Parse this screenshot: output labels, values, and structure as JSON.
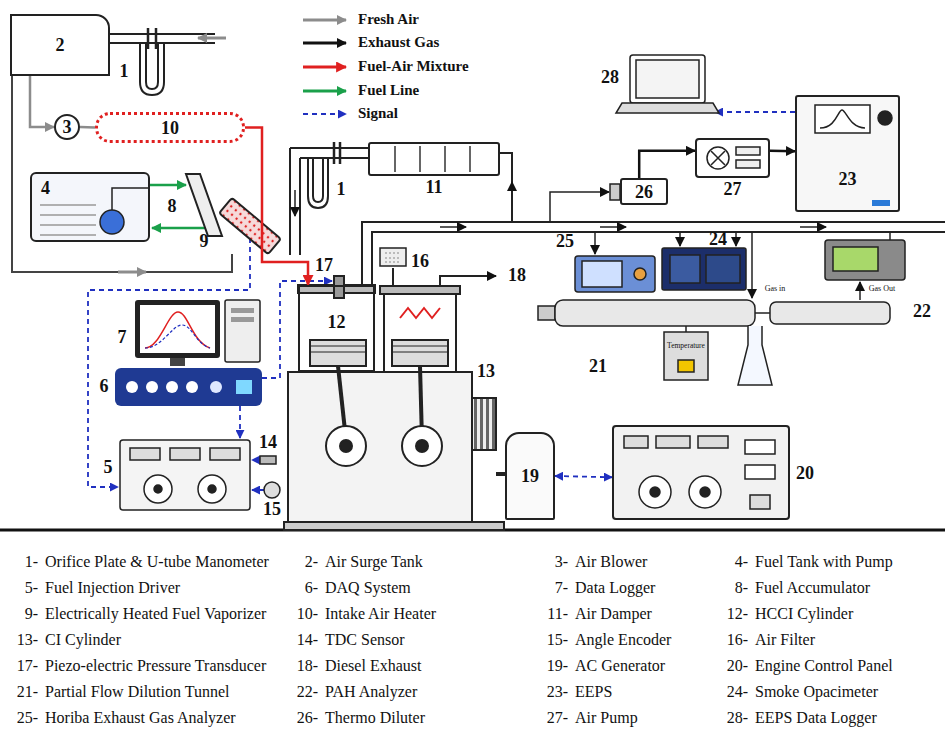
{
  "diagram": {
    "nodes": [
      {
        "text": [
          "2"
        ]
      },
      {
        "text": [
          "3"
        ]
      },
      {
        "text": [
          "10"
        ]
      },
      {
        "text": [
          "4"
        ]
      },
      {
        "text": [
          "11"
        ]
      },
      {
        "text": [
          "12"
        ]
      },
      {
        "text": [
          "26"
        ]
      },
      {
        "text": [
          "27"
        ]
      },
      {
        "text": [
          "23"
        ]
      },
      {
        "text": [
          "19"
        ]
      },
      {
        "text": [
          "20"
        ]
      }
    ],
    "edges": [
      {
        "from": 0,
        "to": 1,
        "arrow": "to"
      },
      {
        "from": 1,
        "to": 2,
        "arrow": "none"
      },
      {
        "from": 2,
        "to": 5,
        "arrow": "to"
      },
      {
        "from": 6,
        "to": 7,
        "arrow": "to"
      },
      {
        "from": 7,
        "to": 8,
        "arrow": "to"
      },
      {
        "from": 9,
        "to": 10,
        "arrow": "both"
      }
    ],
    "labels": [
      "1",
      "1",
      "5",
      "6",
      "7",
      "8",
      "9",
      "13",
      "14",
      "15",
      "16",
      "17",
      "18",
      "21",
      "22",
      "24",
      "25",
      "28",
      "Gas in",
      "Gas Out",
      "Temperature",
      "1-",
      "Orifice Plate & U-tube Manometer",
      "2-",
      "Air Surge Tank",
      "3-",
      "Air Blower",
      "4-",
      "Fuel Tank with Pump",
      "5-",
      "Fuel Injection Driver",
      "6-",
      "DAQ System",
      "7-",
      "Data Logger",
      "8-",
      "Fuel Accumulator",
      "9-",
      "Electrically Heated Fuel Vaporizer",
      "10-",
      "Intake Air Heater",
      "11-",
      "Air Damper",
      "12-",
      "HCCI Cylinder",
      "13-",
      "CI Cylinder",
      "14-",
      "TDC Sensor",
      "15-",
      "Angle Encoder",
      "16-",
      "Air Filter",
      "17-",
      "Piezo-electric Pressure Transducer",
      "18-",
      "Diesel Exhaust",
      "19-",
      "AC Generator",
      "20-",
      "Engine Control Panel",
      "21-",
      "Partial Flow Dilution Tunnel",
      "22-",
      "PAH Analyzer",
      "23-",
      "EEPS",
      "24-",
      "Smoke Opacimeter",
      "25-",
      "Horiba Exhaust Gas Analyzer",
      "26-",
      "Thermo Diluter",
      "27-",
      "Air Pump",
      "28-",
      "EEPS Data Logger"
    ],
    "legend": [
      {
        "text": "Fresh Air"
      },
      {
        "text": "Exhaust Gas"
      },
      {
        "text": "Fuel-Air Mixture"
      },
      {
        "text": "Fuel Line"
      },
      {
        "text": "Signal"
      }
    ]
  }
}
